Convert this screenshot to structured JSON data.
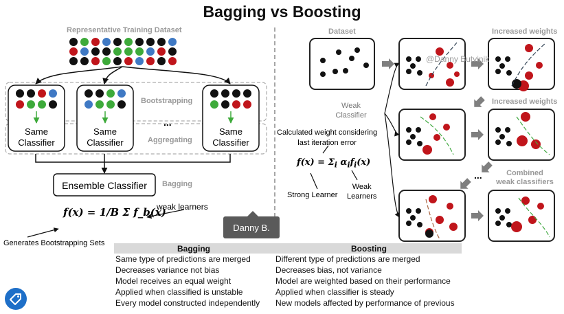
{
  "title": "Bagging vs Boosting",
  "watermark": "@Danny Butvinik",
  "bagging": {
    "dataset_label": "Representative Training Dataset",
    "bootstrapping_label": "Bootstrapping",
    "aggregating_label": "Aggregating",
    "classifier_label_line1": "Same",
    "classifier_label_line2": "Classifier",
    "ellipsis": "...",
    "ensemble_label": "Ensemble Classifier",
    "bagging_tag": "Bagging",
    "formula": "f(x) = 1/B Σ f_b(x)",
    "weak_learners": "weak learners",
    "generates": "Generates Bootstrapping Sets"
  },
  "boosting": {
    "dataset_label": "Dataset",
    "increased1": "Increased weights",
    "increased2": "Increased weights",
    "combined_line1": "Combined",
    "combined_line2": "weak classifiers",
    "weak_classifier_line1": "Weak",
    "weak_classifier_line2": "Classifier",
    "calc_line1": "Calculated weight considering",
    "calc_line2": "last iteration error",
    "strong_learner": "Strong Learner",
    "weak_learners_line1": "Weak",
    "weak_learners_line2": "Learners",
    "ellipsis": "..."
  },
  "comparison": {
    "headers": [
      "Bagging",
      "Boosting"
    ],
    "rows": [
      [
        "Same type of predictions are merged",
        "Different type of predictions are merged"
      ],
      [
        "Decreases variance not bias",
        "Decreases bias, not variance"
      ],
      [
        "Model receives an equal weight",
        "Model are weighted based on their performance"
      ],
      [
        "Applied when classified is unstable",
        "Applied when classifier is steady"
      ],
      [
        "Every model constructed independently",
        "New models affected by performance of previous"
      ]
    ]
  },
  "tooltip": "Danny B.",
  "badge_icon": "tag-icon",
  "colors": {
    "black": "#111111",
    "red": "#c0151b",
    "green": "#3daa3a",
    "blue": "#3f79c4",
    "grey_arrow": "#7f7f7f"
  }
}
